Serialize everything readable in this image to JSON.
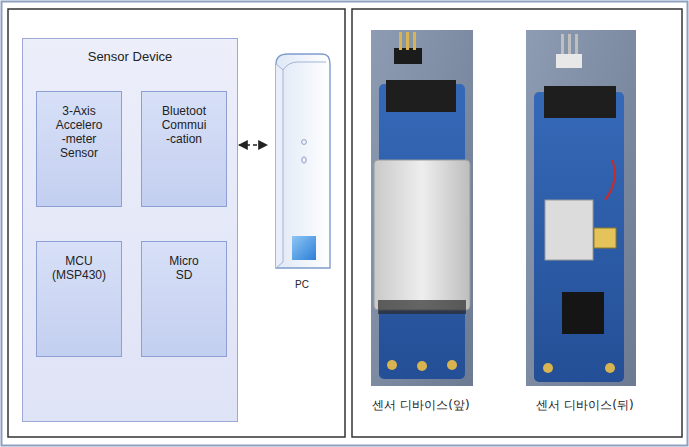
{
  "diagram": {
    "nodes": [
      {
        "text": [
          "Sensor Device"
        ]
      },
      {
        "text": [
          "3-Axis Accelero -meter Sensor"
        ],
        "in": 0
      },
      {
        "text": [
          "Bluetoot Commui -cation"
        ],
        "in": 0
      },
      {
        "text": [
          "MCU (MSP430)"
        ],
        "in": 0
      },
      {
        "text": [
          "Micro SD"
        ],
        "in": 0
      },
      {
        "text": [
          "PC"
        ]
      }
    ],
    "edges": [
      {
        "from": 0,
        "to": 5,
        "arrow": "both"
      }
    ],
    "labels": [
      "센서 디바이스(앞)",
      "센서 디바이스(뒤)"
    ]
  }
}
